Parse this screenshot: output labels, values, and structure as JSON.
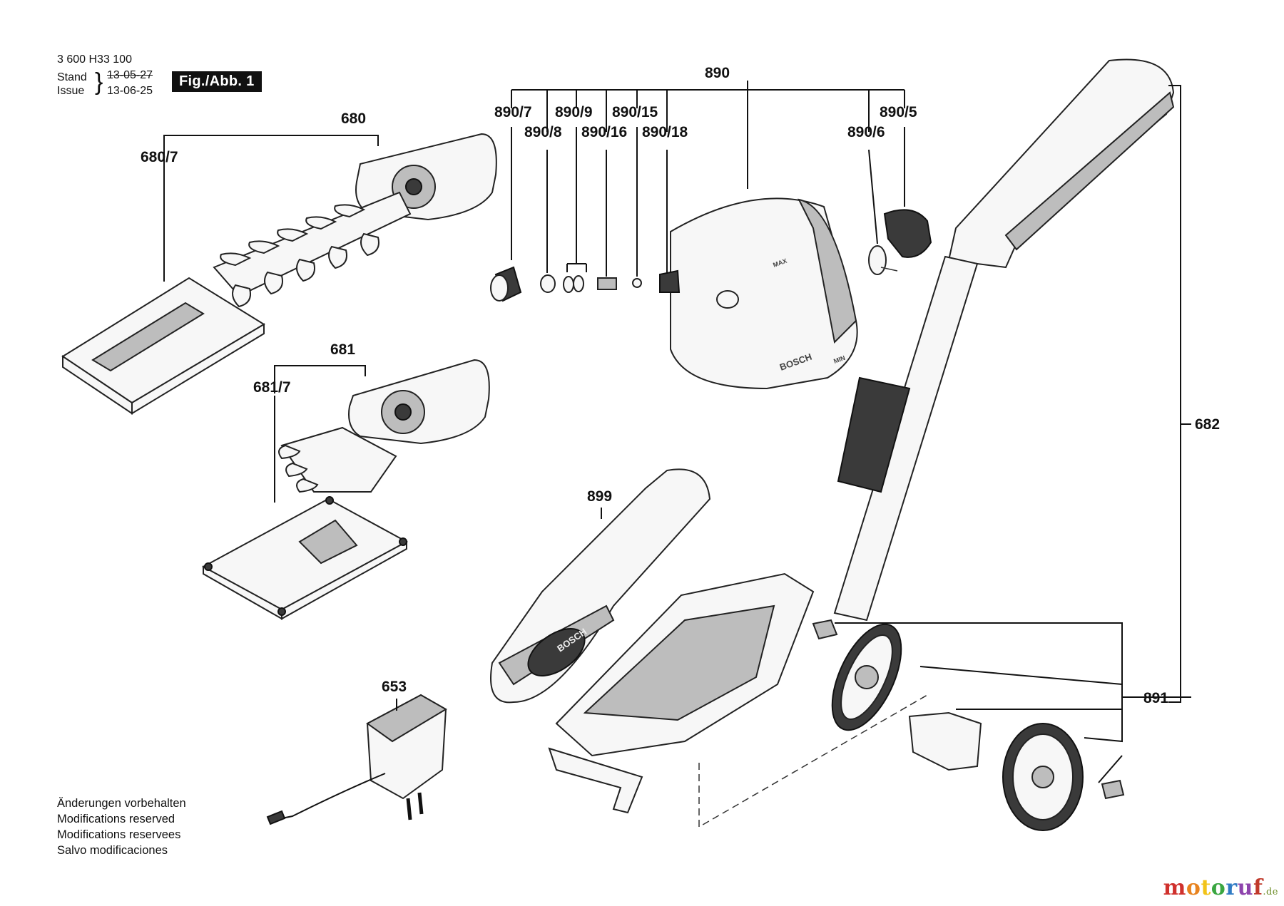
{
  "header": {
    "part_number": "3 600 H33 100",
    "stand_label": "Stand",
    "stand_date": "13-05-27",
    "issue_label": "Issue",
    "issue_date": "13-06-25",
    "figure": "Fig./Abb. 1"
  },
  "parts": {
    "p680": "680",
    "p680_7": "680/7",
    "p681": "681",
    "p681_7": "681/7",
    "p682": "682",
    "p653": "653",
    "p890": "890",
    "p890_5": "890/5",
    "p890_6": "890/6",
    "p890_7": "890/7",
    "p890_8": "890/8",
    "p890_9": "890/9",
    "p890_15": "890/15",
    "p890_16": "890/16",
    "p890_18": "890/18",
    "p891": "891",
    "p899": "899"
  },
  "product_text": {
    "brand": "BOSCH",
    "max": "MAX",
    "min": "MIN"
  },
  "notes": [
    "Änderungen vorbehalten",
    "Modifications reserved",
    "Modifications reservees",
    "Salvo modificaciones"
  ],
  "watermark": {
    "text": "motoruf",
    "tld": ".de",
    "letter_colors": [
      "#d0312d",
      "#e8831f",
      "#f2c318",
      "#3aa641",
      "#2f7bc4",
      "#8e44ad",
      "#c0392b"
    ]
  }
}
